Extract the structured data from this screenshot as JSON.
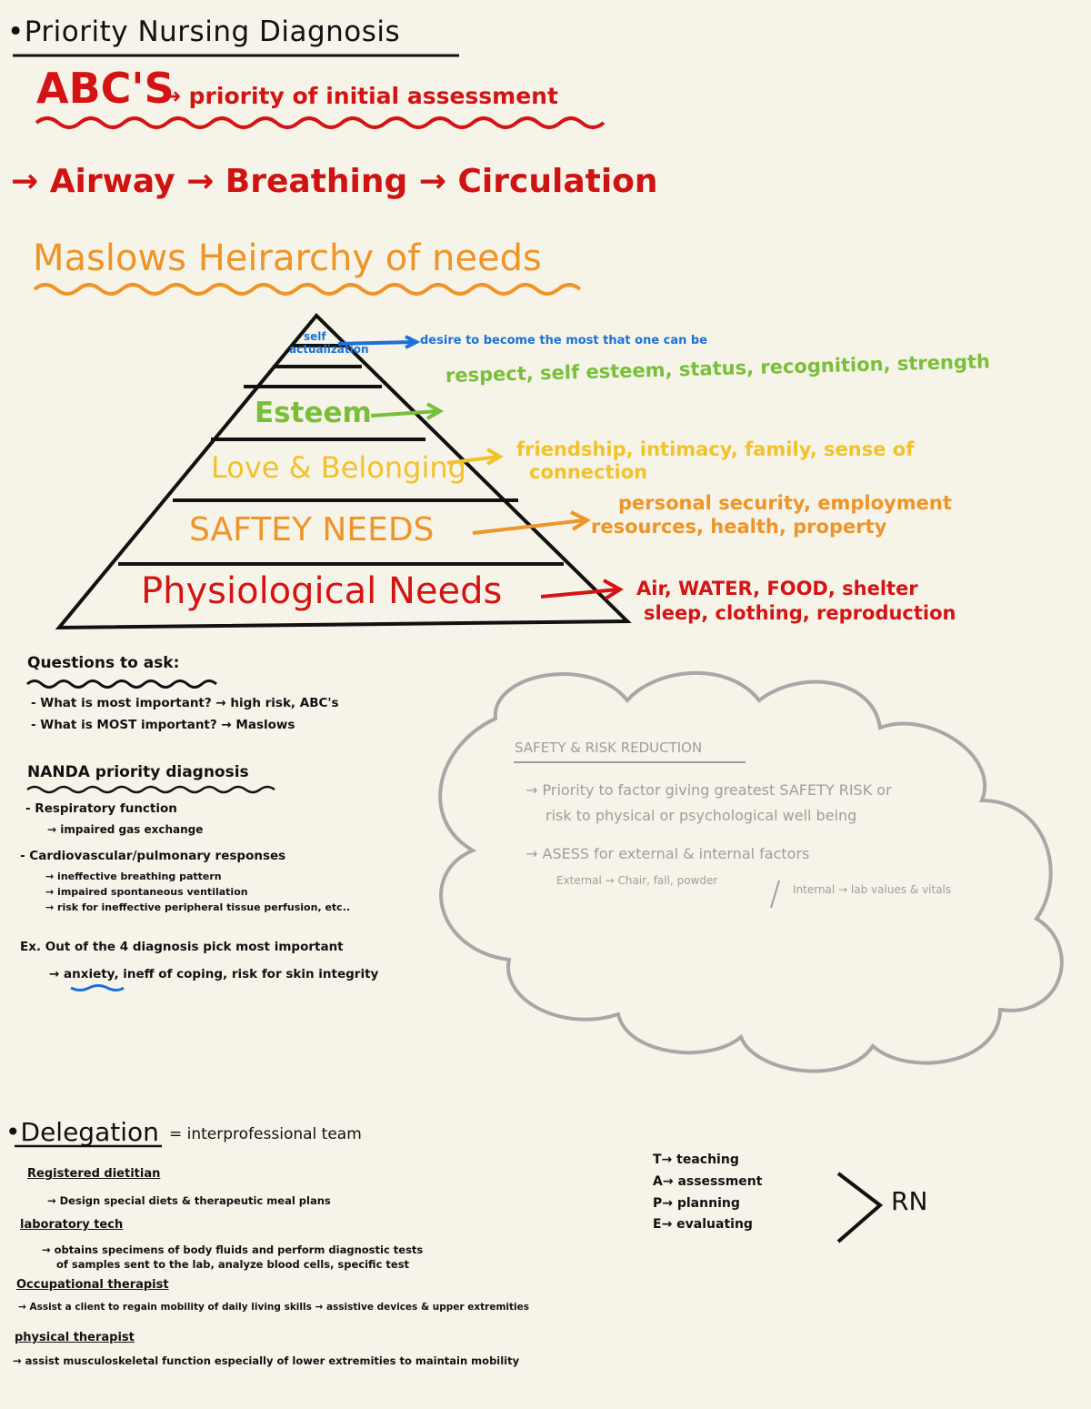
{
  "header": {
    "title": "•Priority Nursing Diagnosis"
  },
  "abc": {
    "heading": "ABC'S",
    "subtitle": "→ priority of initial assessment",
    "sequence": "→ Airway → Breathing → Circulation"
  },
  "maslow": {
    "title": "Maslows Heirarchy of needs",
    "levels": {
      "self": [
        "self",
        "actualization"
      ],
      "esteem": "Esteem",
      "love": "Love & Belonging",
      "safety": "SAFTEY NEEDS",
      "physiological": "Physiological Needs"
    },
    "descriptions": {
      "self": "desire to become the most that one can be",
      "esteem": "respect, self esteem, status, recognition, strength",
      "love": [
        "friendship, intimacy, family, sense of",
        "connection"
      ],
      "safety": [
        "personal security, employment",
        "resources, health, property"
      ],
      "physiological": [
        "Air, WATER, FOOD, shelter",
        "sleep, clothing, reproduction"
      ]
    }
  },
  "questions": {
    "heading": "Questions to ask:",
    "items": [
      "- What is most important? → high risk, ABC's",
      "- What is MOST important? → Maslows"
    ]
  },
  "nanda": {
    "heading": "NANDA priority diagnosis",
    "items": [
      "- Respiratory function",
      "→ impaired gas exchange",
      "- Cardiovascular/pulmonary responses",
      "→ ineffective breathing pattern",
      "→ impaired spontaneous ventilation",
      "→ risk for ineffective peripheral tissue perfusion, etc.."
    ],
    "example_q": "Ex. Out of the 4 diagnosis pick most important",
    "example_a_keyword": "anxiety",
    "example_a_rest": ", ineff of coping, risk for skin integrity"
  },
  "cloud": {
    "heading": "SAFETY & RISK REDUCTION",
    "lines": [
      "→ Priority to factor giving greatest SAFETY RISK or",
      "risk to physical or psychological well being",
      "→ ASESS for external & internal factors"
    ],
    "bottom_left": "External → Chair, fall, powder",
    "bottom_right": "Internal → lab values & vitals"
  },
  "delegation": {
    "title": "•Delegation",
    "subtitle": "= interprofessional team",
    "roles": [
      {
        "name": "Registered dietitian",
        "desc": "→ Design special diets & therapeutic meal plans"
      },
      {
        "name": "laboratory tech",
        "desc1": "→ obtains specimens of body fluids and perform diagnostic tests",
        "desc2": "of samples sent to the lab, analyze blood cells, specific test"
      },
      {
        "name": "Occupational therapist",
        "desc": "→ Assist a client to regain mobility of daily living skills → assistive devices & upper extremities"
      },
      {
        "name": "physical therapist",
        "desc": "→ assist musculoskeletal function especially of lower extremities to maintain mobility"
      }
    ],
    "tape": [
      "T→ teaching",
      "A→ assessment",
      "P→ planning",
      "E→ evaluating"
    ],
    "tape_result": "RN"
  },
  "colors": {
    "background": "#f6f4e8",
    "red": "#d41414",
    "orange": "#ef9428",
    "yellow": "#f2c22c",
    "green": "#79bf3a",
    "blue": "#1b71d8",
    "gray": "#9d9d9d",
    "ink": "#111111"
  }
}
